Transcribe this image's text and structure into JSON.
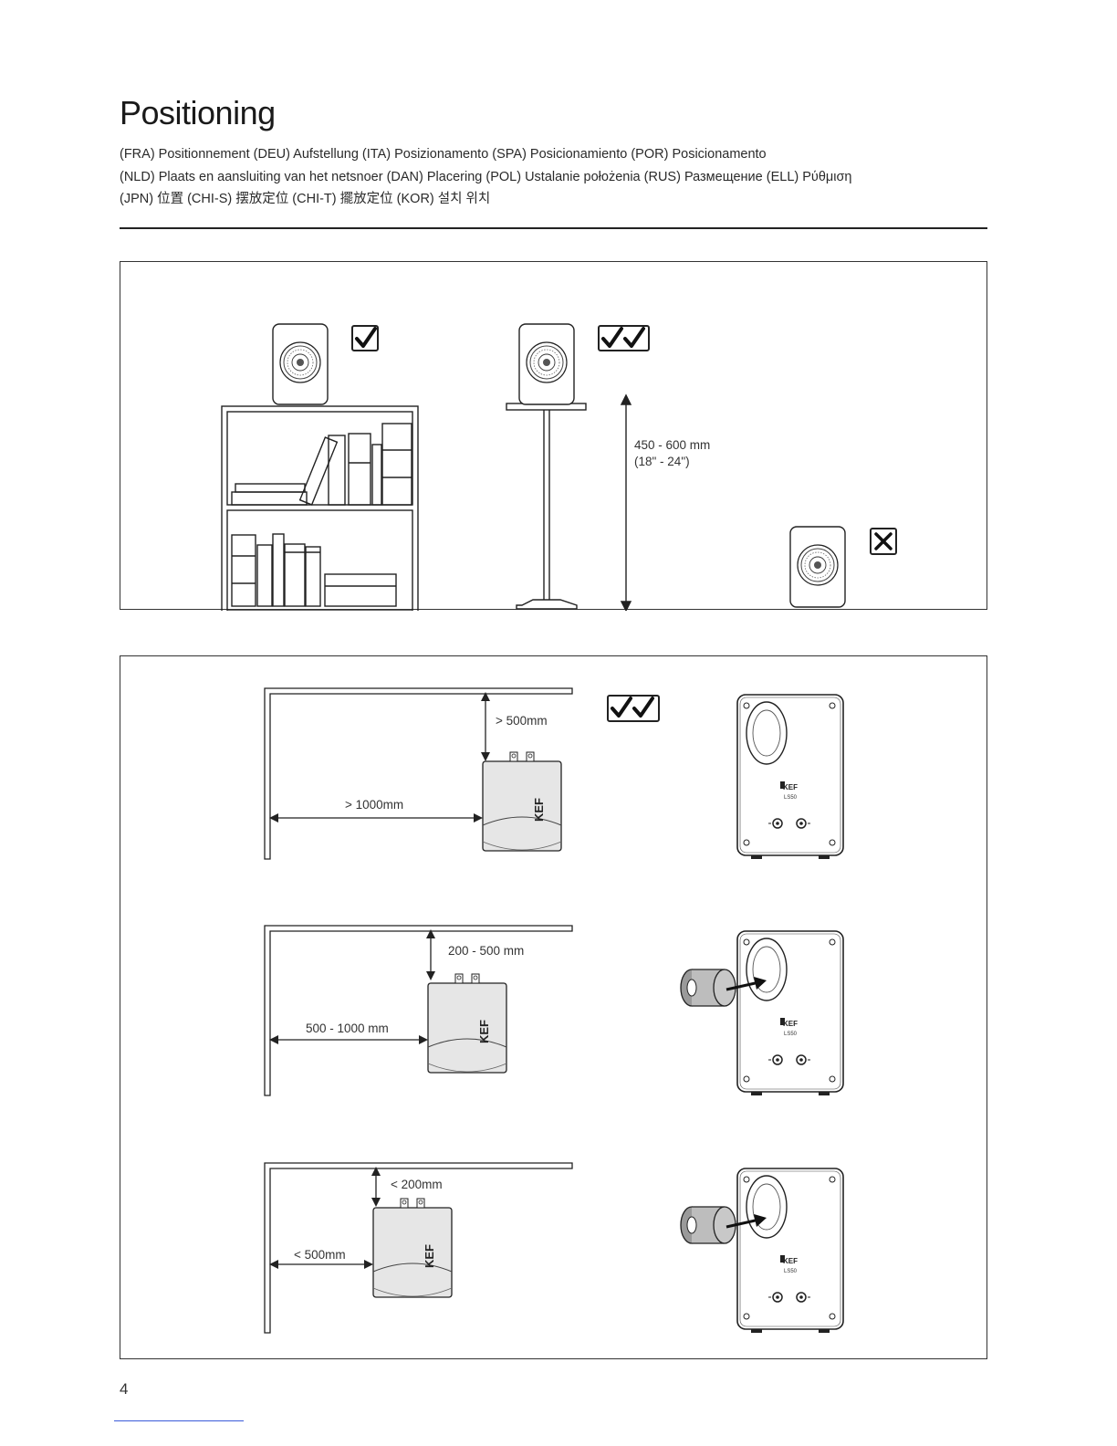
{
  "page": {
    "title": "Positioning",
    "page_number": "4"
  },
  "translations": {
    "line1": "(FRA) Positionnement    (DEU) Aufstellung    (ITA) Posizionamento    (SPA) Posicionamiento    (POR) Posicionamento",
    "line2": "(NLD) Plaats en aansluiting van het netsnoer    (DAN) Placering    (POL) Ustalanie położenia    (RUS) Размещение    (ELL) Ρύθμιση",
    "line3": "(JPN) 位置    (CHI-S) 摆放定位    (CHI-T) 擺放定位    (KOR) 설치 위치"
  },
  "panel1": {
    "stand_height_label": "450 - 600 mm",
    "stand_height_label_in": "(18\" - 24\")"
  },
  "panel2": {
    "row1": {
      "wall_distance": "> 500mm",
      "side_distance": "> 1000mm"
    },
    "row2": {
      "wall_distance": "200 - 500 mm",
      "side_distance": "500 - 1000 mm"
    },
    "row3": {
      "wall_distance": "< 200mm",
      "side_distance": "< 500mm"
    },
    "speaker_brand": "KEF",
    "speaker_model": "LS50"
  },
  "icons": {
    "ok": "check-box-icon",
    "best": "double-check-box-icon",
    "bad": "cross-box-icon"
  }
}
